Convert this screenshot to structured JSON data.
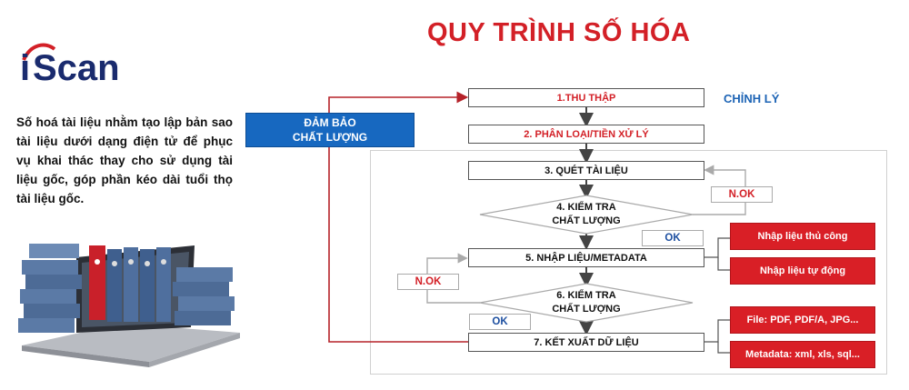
{
  "logo": {
    "text_i": "i",
    "text_scan": "Scan"
  },
  "intro_text": "Số hoá tài liệu nhằm tạo lập bản sao tài liệu dưới dạng điện tử để phục vụ khai thác thay cho sử dụng tài liệu gốc, góp phần kéo dài tuổi thọ tài liệu gốc.",
  "title": "QUY TRÌNH SỐ HÓA",
  "chinh_ly": "CHỈNH LÝ",
  "quality_box": {
    "line1": "ĐẢM BẢO",
    "line2": "CHẤT LƯỢNG"
  },
  "steps": {
    "s1": "1.THU THẬP",
    "s2": "2. PHÂN LOẠI/TIỀN XỬ LÝ",
    "s3": "3. QUÉT TÀI LIỆU",
    "s4_line1": "4. KIỂM TRA",
    "s4_line2": "CHẤT LƯỢNG",
    "s5": "5. NHẬP LIỆU/METADATA",
    "s6_line1": "6. KIỂM TRA",
    "s6_line2": "CHẤT LƯỢNG",
    "s7": "7. KẾT XUẤT DỮ LIỆU"
  },
  "tags": {
    "nok_1": "N.OK",
    "ok_1": "OK",
    "nok_2": "N.OK",
    "ok_2": "OK"
  },
  "outputs": {
    "input_manual": "Nhập liệu thủ công",
    "input_auto": "Nhập liệu tự động",
    "file_formats": "File: PDF, PDF/A, JPG...",
    "metadata_formats": "Metadata: xml, xls, sql..."
  },
  "colors": {
    "accent_red": "#d32027",
    "brand_blue": "#1d64b5",
    "quality_blue": "#1768c0"
  }
}
